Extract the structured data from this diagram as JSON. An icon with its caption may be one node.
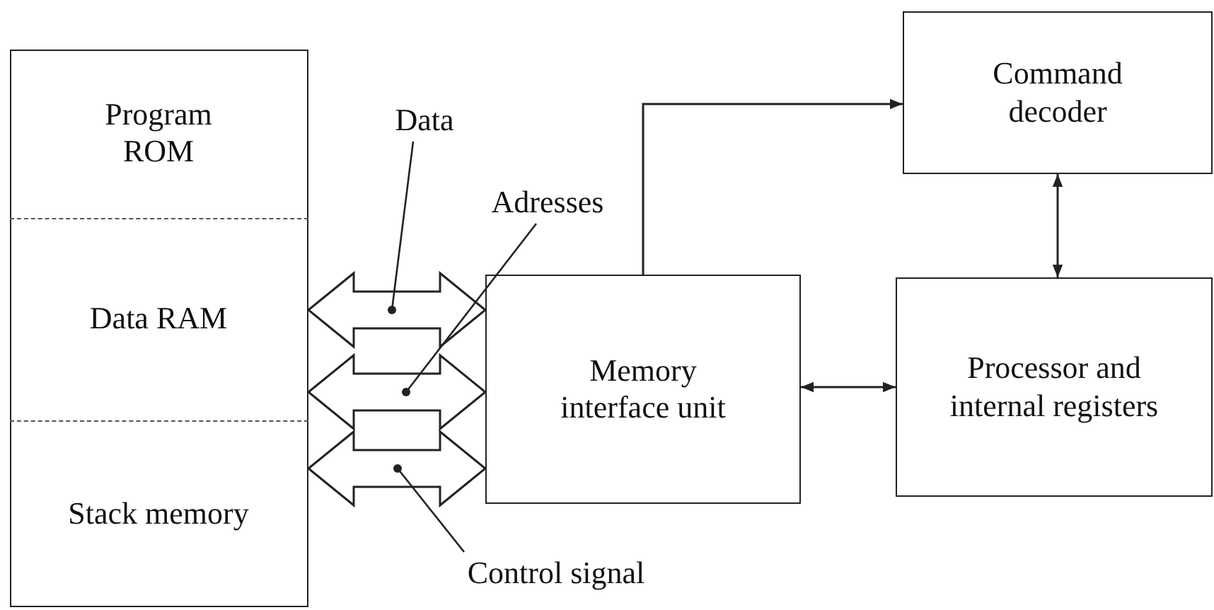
{
  "diagram": {
    "nodes": [
      {
        "text": [],
        "shape": "box"
      },
      {
        "text": [
          "Program ROM"
        ],
        "in": 0
      },
      {
        "text": [
          "Data RAM"
        ],
        "in": 0
      },
      {
        "text": [
          "Stack memory"
        ],
        "in": 0
      },
      {
        "text": [
          "Memory interface unit"
        ]
      },
      {
        "text": [
          "Command decoder"
        ]
      },
      {
        "text": [
          "Processor and internal registers"
        ]
      },
      {
        "text": [
          "Data"
        ]
      },
      {
        "text": [
          "Adresses"
        ]
      },
      {
        "text": [
          "Control signal"
        ]
      }
    ],
    "edges": [
      {
        "from": 0,
        "to": 4,
        "arrow": "both",
        "style": "thick"
      },
      {
        "from": 0,
        "to": 4,
        "arrow": "both",
        "style": "thick"
      },
      {
        "from": 0,
        "to": 4,
        "arrow": "both",
        "style": "thick"
      },
      {
        "from": 4,
        "to": 5,
        "arrow": "to"
      },
      {
        "from": 5,
        "to": 6,
        "arrow": "both"
      },
      {
        "from": 4,
        "to": 6,
        "arrow": "both"
      },
      {
        "from": 7,
        "to": null,
        "arrow": "other"
      },
      {
        "from": 8,
        "to": null,
        "arrow": "other"
      },
      {
        "from": 9,
        "to": null,
        "arrow": "other"
      }
    ]
  }
}
